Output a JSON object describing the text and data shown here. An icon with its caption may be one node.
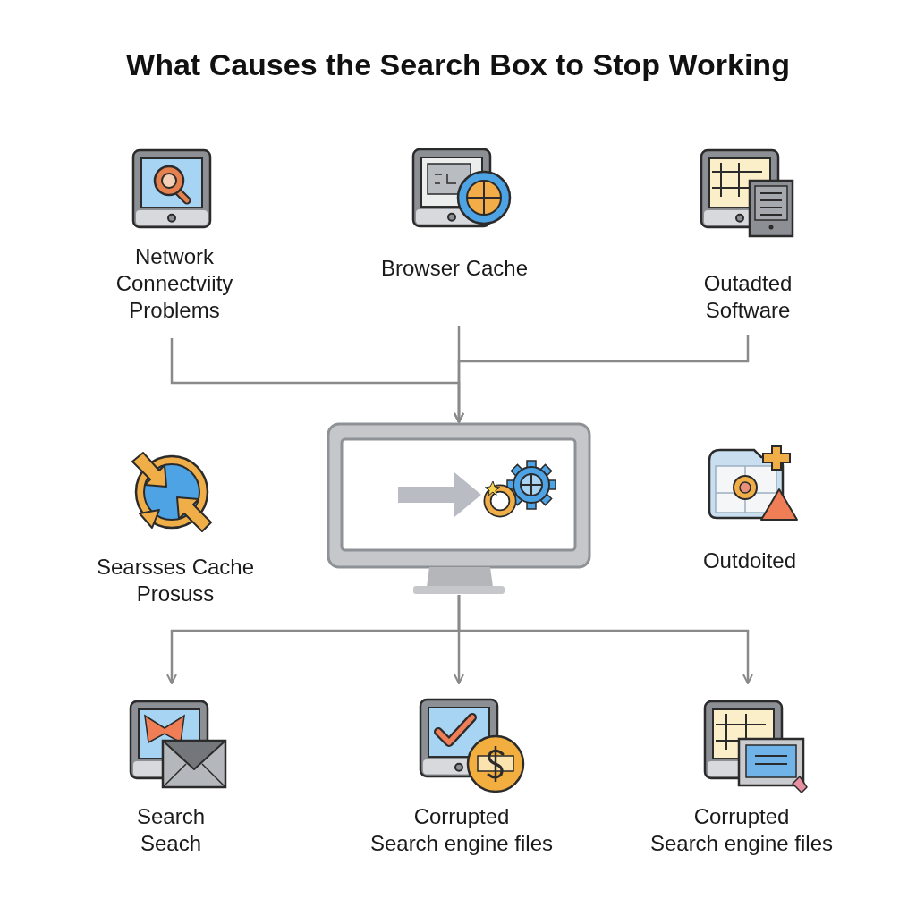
{
  "diagram": {
    "title": "What Causes the Search Box to Stop Working",
    "nodes": [
      {
        "text": [
          "Network Connectviity Problems"
        ]
      },
      {
        "text": [
          "Browser Cache"
        ]
      },
      {
        "text": [
          "Outadted Software"
        ]
      },
      {
        "text": [
          "Searsses Cache Prosuss"
        ]
      },
      {
        "text": [],
        "shape": "picture"
      },
      {
        "text": [
          "Outdoited"
        ]
      },
      {
        "text": [
          "Search Seach"
        ]
      },
      {
        "text": [
          "Corrupted Search engine files"
        ]
      },
      {
        "text": [
          "Corrupted Search engine files"
        ]
      }
    ],
    "edges": [
      {
        "from": 0,
        "to": 4,
        "arrow": "to"
      },
      {
        "from": 1,
        "to": 4,
        "arrow": "to"
      },
      {
        "from": 2,
        "to": 4,
        "arrow": "to"
      },
      {
        "from": 4,
        "to": 6,
        "arrow": "to"
      },
      {
        "from": 4,
        "to": 7,
        "arrow": "to"
      },
      {
        "from": 4,
        "to": 8,
        "arrow": "to"
      }
    ]
  }
}
